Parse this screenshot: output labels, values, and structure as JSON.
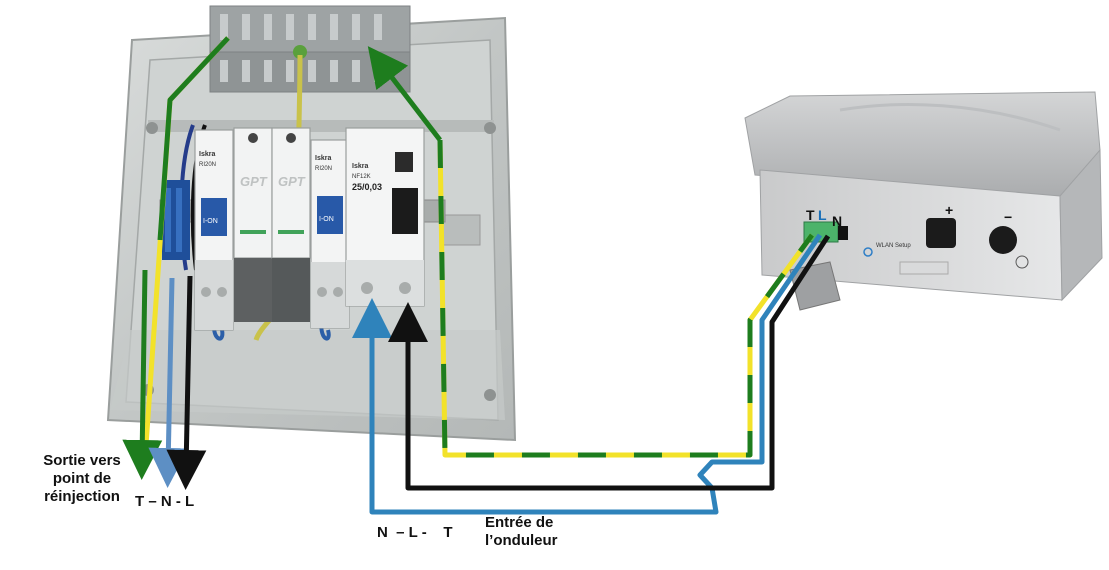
{
  "labels": {
    "sortie": "Sortie vers point de réinjection",
    "sortie_lines": [
      "Sortie vers",
      "point de",
      "réinjection"
    ],
    "tnl_out": "T – N - L",
    "nlt_in": "N  – L -    T",
    "entree": "Entrée de l’onduleur",
    "entree_lines": [
      "Entrée de",
      "l’onduleur"
    ]
  },
  "breakers": {
    "brand_a": "Iskra",
    "brand_b": "GPT",
    "model_a": "RI20N",
    "rcd_model": "NF12K",
    "rcd_rating": "25/0,03",
    "ion": "I-ON"
  },
  "inverter": {
    "terminal_t": "T",
    "terminal_l": "L",
    "terminal_n": "N",
    "plus": "+",
    "minus": "−",
    "wlan": "WLAN Setup"
  },
  "colors": {
    "earth_green": "#1e7d1e",
    "earth_yellow": "#f2e22a",
    "neutral_blue": "#2f83bb",
    "line_black": "#111111"
  }
}
